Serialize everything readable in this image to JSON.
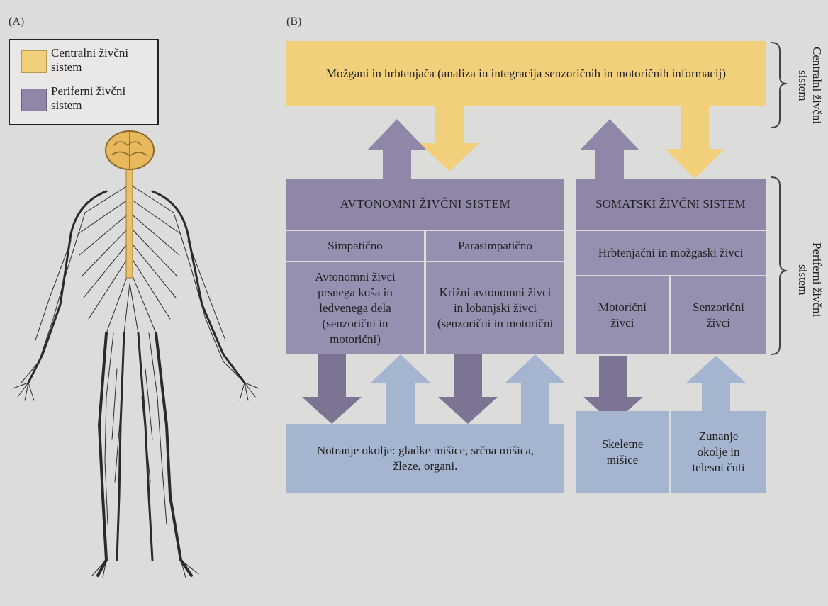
{
  "panel_a_label": "(A)",
  "panel_b_label": "(B)",
  "legend": {
    "cns": "Centralni živčni sistem",
    "pns": "Periferni živčni sistem",
    "cns_color": "#f2cf7a",
    "pns_color": "#8f86a8"
  },
  "diagram": {
    "top_box": "Možgani in hrbtenjača (analiza in integracija senzoričnih in motoričnih informacij)",
    "autonomic_title": "AVTONOMNI ŽIVČNI SISTEM",
    "somatic_title": "SOMATSKI ŽIVČNI SISTEM",
    "sympathetic": "Simpatično",
    "parasympathetic": "Parasimpatično",
    "sympathetic_desc": "Avtonomni živci prsnega koša in ledvenega dela (senzorični in motorični)",
    "parasympathetic_desc": "Križni avtonomni živci in lobanjski živci (senzorični in motorični",
    "spinal_cranial": "Hrbtenjačni in možgaski živci",
    "motor_nerves": "Motorični živci",
    "sensory_nerves": "Senzorični živci",
    "internal_env": "Notranje okolje: gladke mišice, srčna mišica, žleze, organi.",
    "skeletal": "Skeletne mišice",
    "external_env": "Zunanje okolje in telesni čuti",
    "side_cns": "Centralni živčni sistem",
    "side_pns": "Periferni živčni sistem"
  },
  "colors": {
    "cns": "#f2cf7a",
    "pns_dark": "#8f86a8",
    "environment": "#a5b5d0",
    "arrow_down_pns": "#7d7494",
    "arrow_up_env": "#a5b5d0"
  }
}
